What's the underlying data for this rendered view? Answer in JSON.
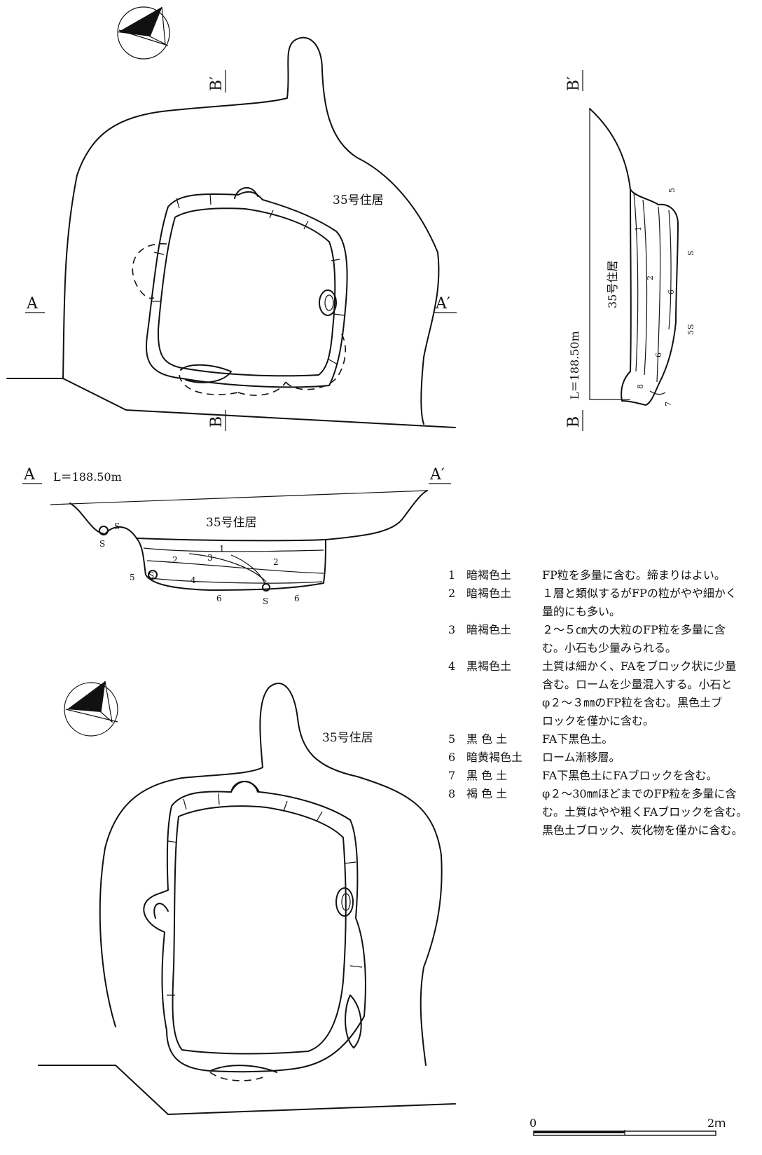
{
  "labels": {
    "house": "35号住居",
    "a": "A",
    "a_prime": "A′",
    "b": "B",
    "b_prime": "B′",
    "elevation_a": "L＝188.50m",
    "elevation_b": "L＝188.50m",
    "stone": "S",
    "scale_zero": "0",
    "scale_end": "2ｍ"
  },
  "section_a_numbers": [
    "1",
    "2",
    "3",
    "2",
    "4",
    "5",
    "6",
    "6"
  ],
  "section_b_numbers": [
    "1",
    "2",
    "5",
    "6",
    "5",
    "6",
    "8",
    "7"
  ],
  "legend": [
    {
      "no": "1",
      "name": "暗褐色土",
      "lines": [
        "FP粒を多量に含む。締まりはよい。"
      ]
    },
    {
      "no": "2",
      "name": "暗褐色土",
      "lines": [
        "１層と類似するがFPの粒がやや細かく",
        "量的にも多い。"
      ]
    },
    {
      "no": "3",
      "name": "暗褐色土",
      "lines": [
        "２～５㎝大の大粒のFP粒を多量に含",
        "む。小石も少量みられる。"
      ]
    },
    {
      "no": "4",
      "name": "黒褐色土",
      "lines": [
        "土質は細かく、FAをブロック状に少量",
        "含む。ロームを少量混入する。小石と",
        "φ２～３㎜のFP粒を含む。黒色土ブ",
        "ロックを僅かに含む。"
      ]
    },
    {
      "no": "5",
      "name": "黒 色 土",
      "lines": [
        "FA下黒色土。"
      ]
    },
    {
      "no": "6",
      "name": "暗黄褐色土",
      "lines": [
        "ローム漸移層。"
      ]
    },
    {
      "no": "7",
      "name": "黒 色 土",
      "lines": [
        "FA下黒色土にFAブロックを含む。"
      ]
    },
    {
      "no": "8",
      "name": "褐 色 土",
      "lines": [
        "φ２～30㎜ほどまでのFP粒を多量に含",
        "む。土質はやや粗くFAブロックを含む。",
        "黒色土ブロック、炭化物を僅かに含む。"
      ]
    }
  ]
}
